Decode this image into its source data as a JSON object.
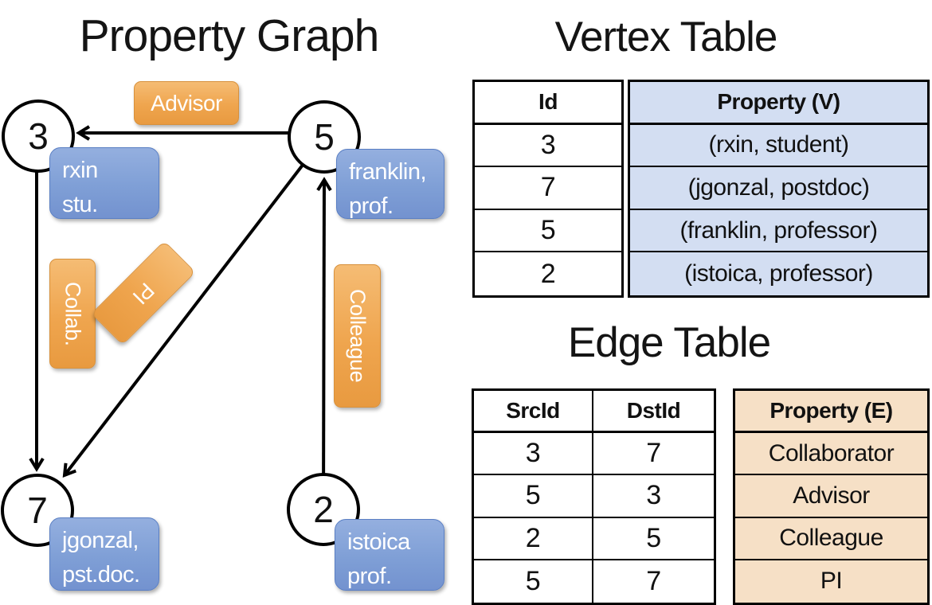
{
  "titles": {
    "graph": "Property Graph",
    "vertex_table": "Vertex Table",
    "edge_table": "Edge Table"
  },
  "graph": {
    "nodes": [
      {
        "id": "3",
        "property_lines": [
          "rxin",
          "stu."
        ]
      },
      {
        "id": "5",
        "property_lines": [
          "franklin,",
          "prof."
        ]
      },
      {
        "id": "7",
        "property_lines": [
          "jgonzal,",
          "pst.doc."
        ]
      },
      {
        "id": "2",
        "property_lines": [
          "istoica",
          "prof."
        ]
      }
    ],
    "edge_labels": {
      "advisor": "Advisor",
      "collab": "Collab.",
      "pi": "PI",
      "colleague": "Colleague"
    }
  },
  "vertex_table": {
    "headers": {
      "id": "Id",
      "property": "Property (V)"
    },
    "rows": [
      {
        "id": "3",
        "property": "(rxin, student)"
      },
      {
        "id": "7",
        "property": "(jgonzal, postdoc)"
      },
      {
        "id": "5",
        "property": "(franklin, professor)"
      },
      {
        "id": "2",
        "property": "(istoica, professor)"
      }
    ]
  },
  "edge_table": {
    "headers": {
      "src": "SrcId",
      "dst": "DstId",
      "property": "Property (E)"
    },
    "rows": [
      {
        "src": "3",
        "dst": "7",
        "property": "Collaborator"
      },
      {
        "src": "5",
        "dst": "3",
        "property": "Advisor"
      },
      {
        "src": "2",
        "dst": "5",
        "property": "Colleague"
      },
      {
        "src": "5",
        "dst": "7",
        "property": "PI"
      }
    ]
  },
  "colors": {
    "edge_label_orange": "#EFA54E",
    "vertex_box_blue": "#7F9FD6",
    "vertex_cell_fill": "#D3DEF2",
    "edge_cell_fill": "#F6E0C6",
    "line_color": "#000000"
  }
}
